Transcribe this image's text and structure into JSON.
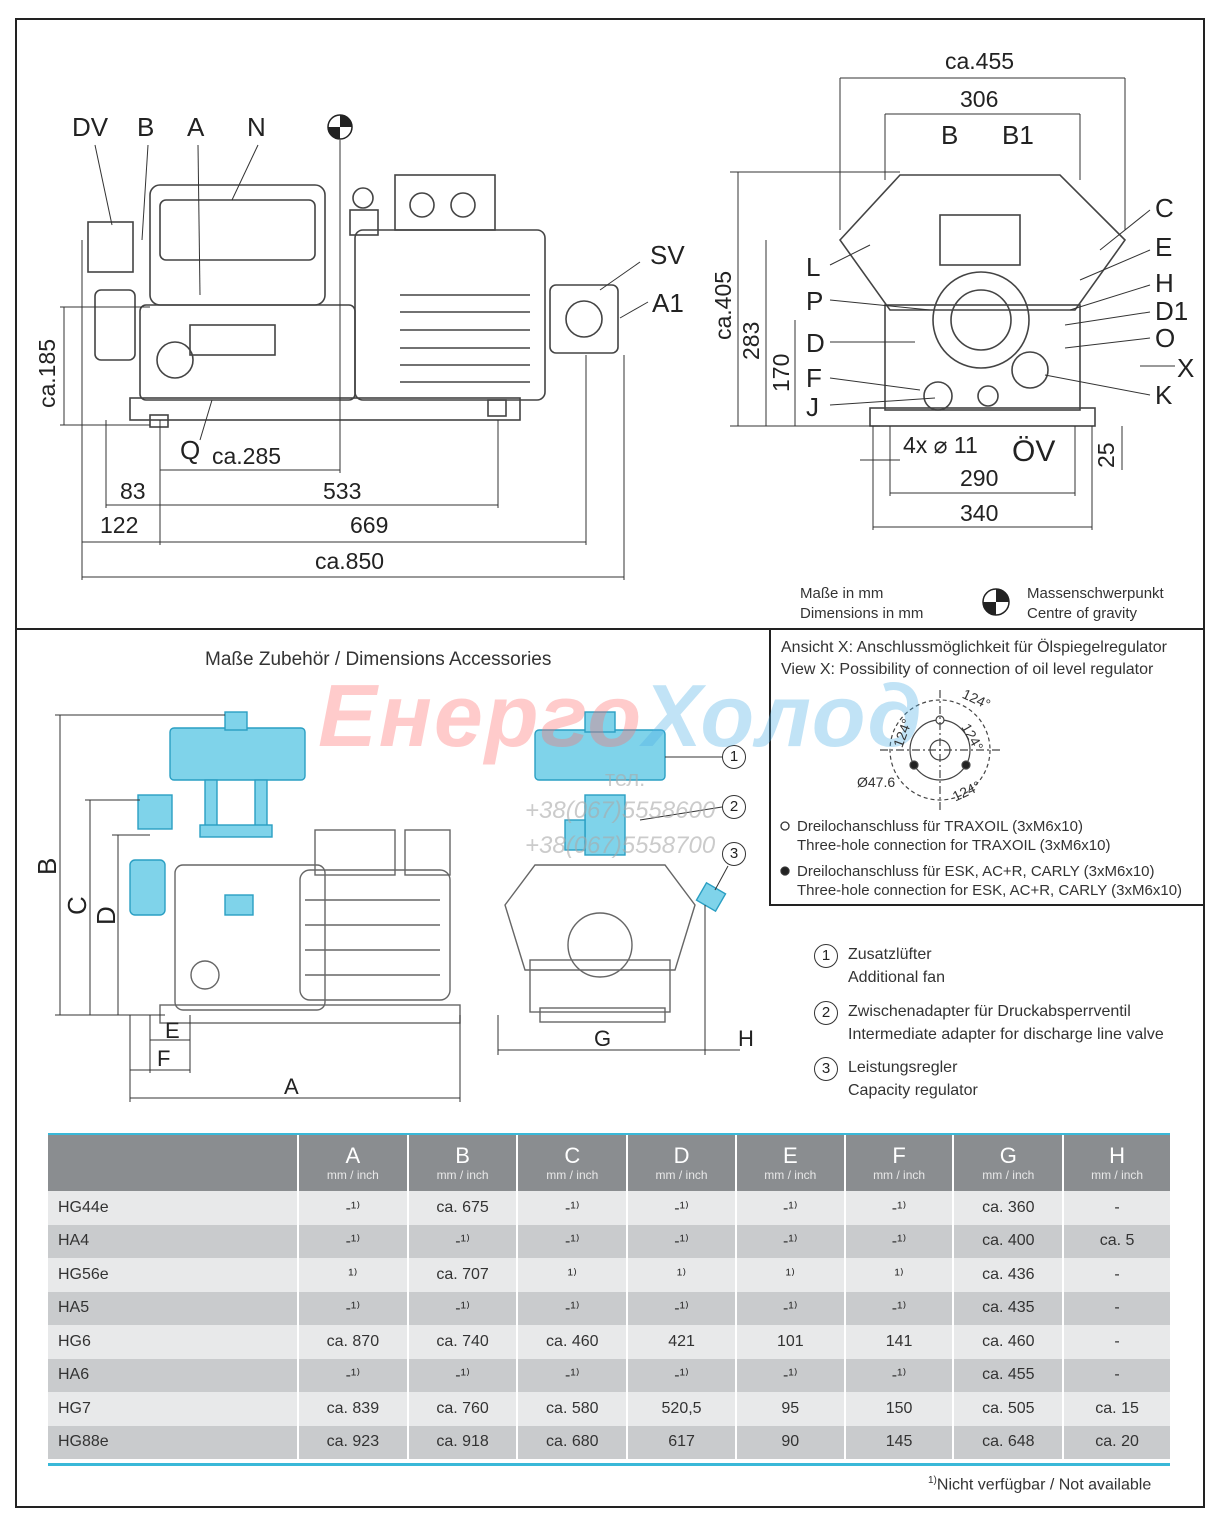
{
  "top_left_labels": {
    "DV": "DV",
    "B": "B",
    "A": "A",
    "N": "N",
    "SV": "SV",
    "A1": "A1",
    "Q": "Q"
  },
  "top_left_dims": {
    "ca285": "ca.285",
    "d83": "83",
    "d533": "533",
    "d122": "122",
    "d669": "669",
    "ca850": "ca.850",
    "ca185": "ca.185"
  },
  "top_right_labels": {
    "B": "B",
    "B1": "B1",
    "C": "C",
    "E": "E",
    "H": "H",
    "D1": "D1",
    "O": "O",
    "X": "X",
    "K": "K",
    "L": "L",
    "P": "P",
    "D": "D",
    "F": "F",
    "J": "J",
    "OV": "ÖV"
  },
  "top_right_dims": {
    "ca455": "ca.455",
    "d306": "306",
    "ca405": "ca.405",
    "d283": "283",
    "d170": "170",
    "holes": "4x ⌀ 11",
    "d290": "290",
    "d340": "340",
    "d25": "25"
  },
  "legend": {
    "mm_de": "Maße in mm",
    "mm_en": "Dimensions in mm",
    "cog_de": "Massenschwerpunkt",
    "cog_en": "Centre of gravity"
  },
  "accessories": {
    "title": "Maße Zubehör / Dimensions Accessories",
    "labels": {
      "B": "B",
      "C": "C",
      "D": "D",
      "E": "E",
      "F": "F",
      "A": "A",
      "G": "G",
      "H": "H"
    },
    "callouts": [
      "1",
      "2",
      "3"
    ]
  },
  "watermark": {
    "part1": "Енерго",
    "part2": "Холод",
    "tel_label": "тел.",
    "phone1": "+38(067)5558600",
    "phone2": "+38(067)5558700"
  },
  "view_x": {
    "line1": "Ansicht X: Anschlussmöglichkeit für Ölspiegelregulator",
    "line2": "View X: Possibility of connection of oil level regulator",
    "angle": "124°",
    "diameter": "Ø47.6",
    "open_de": "Dreilochanschluss für TRAXOIL (3xM6x10)",
    "open_en": "Three-hole connection for TRAXOIL (3xM6x10)",
    "filled_de": "Dreilochanschluss für ESK, AC+R, CARLY (3xM6x10)",
    "filled_en": "Three-hole connection for ESK, AC+R, CARLY (3xM6x10)"
  },
  "accessory_list": [
    {
      "num": "1",
      "de": "Zusatzlüfter",
      "en": "Additional fan"
    },
    {
      "num": "2",
      "de": "Zwischenadapter für Druckabsperrventil",
      "en": "Intermediate adapter for discharge line valve"
    },
    {
      "num": "3",
      "de": "Leistungsregler",
      "en": "Capacity regulator"
    }
  ],
  "table": {
    "unit": "mm / inch",
    "columns": [
      "A",
      "B",
      "C",
      "D",
      "E",
      "F",
      "G",
      "H"
    ],
    "rows": [
      {
        "model": "HG44e",
        "cells": [
          "-¹⁾",
          "ca. 675",
          "-¹⁾",
          "-¹⁾",
          "-¹⁾",
          "-¹⁾",
          "ca. 360",
          "-"
        ]
      },
      {
        "model": "HA4",
        "cells": [
          "-¹⁾",
          "-¹⁾",
          "-¹⁾",
          "-¹⁾",
          "-¹⁾",
          "-¹⁾",
          "ca. 400",
          "ca. 5"
        ]
      },
      {
        "model": "HG56e",
        "cells": [
          "¹⁾",
          "ca. 707",
          "¹⁾",
          "¹⁾",
          "¹⁾",
          "¹⁾",
          "ca. 436",
          "-"
        ]
      },
      {
        "model": "HA5",
        "cells": [
          "-¹⁾",
          "-¹⁾",
          "-¹⁾",
          "-¹⁾",
          "-¹⁾",
          "-¹⁾",
          "ca. 435",
          "-"
        ]
      },
      {
        "model": "HG6",
        "cells": [
          "ca. 870",
          "ca. 740",
          "ca. 460",
          "421",
          "101",
          "141",
          "ca. 460",
          "-"
        ]
      },
      {
        "model": "HA6",
        "cells": [
          "-¹⁾",
          "-¹⁾",
          "-¹⁾",
          "-¹⁾",
          "-¹⁾",
          "-¹⁾",
          "ca. 455",
          "-"
        ]
      },
      {
        "model": "HG7",
        "cells": [
          "ca. 839",
          "ca. 760",
          "ca. 580",
          "520,5",
          "95",
          "150",
          "ca. 505",
          "ca. 15"
        ]
      },
      {
        "model": "HG88e",
        "cells": [
          "ca. 923",
          "ca. 918",
          "ca. 680",
          "617",
          "90",
          "145",
          "ca. 648",
          "ca. 20"
        ]
      }
    ],
    "footnote_mark": "1)",
    "footnote": "Nicht verfügbar / Not available"
  },
  "colors": {
    "accent": "#39b8d8",
    "header": "#8a8d90",
    "row_light": "#e8e9ea",
    "row_dark": "#c9cbcd"
  }
}
